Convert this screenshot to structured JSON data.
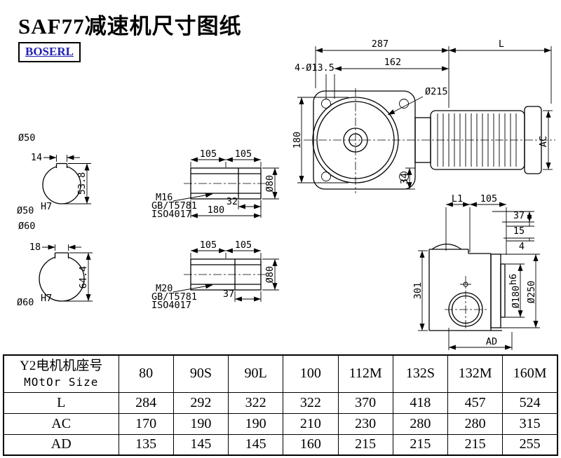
{
  "page": {
    "title": "SAF77减速机尺寸图纸",
    "logo": "BOSERL"
  },
  "main_view": {
    "dim_overall": "287",
    "dim_motor_len": "L",
    "dim_holes": "4-Ø13.5",
    "dim_162": "162",
    "dim_flange": "Ø215",
    "dim_height": "180",
    "dim_ac": "AC",
    "dim_34": "34"
  },
  "shaft50": {
    "label": "Ø50",
    "key_width": "14",
    "key_height": "53.8",
    "bore": "Ø50",
    "bore_tol": "H7"
  },
  "shaft60": {
    "label": "Ø60",
    "key_width": "18",
    "key_height": "64.4",
    "bore": "Ø60",
    "bore_tol": "H7"
  },
  "sleeve16": {
    "dim_105a": "105",
    "dim_105b": "105",
    "thread": "M16",
    "std1": "GB/T5781",
    "std2": "ISO4017",
    "dim_len": "32",
    "dim_total": "180",
    "dim_dia": "Ø80"
  },
  "sleeve20": {
    "dim_105a": "105",
    "dim_105b": "105",
    "thread": "M20",
    "std1": "GB/T5781",
    "std2": "ISO4017",
    "dim_len": "37",
    "dim_dia": "Ø80"
  },
  "output_view": {
    "dim_l1": "L1",
    "dim_105": "105",
    "dim_37": "37",
    "dim_15": "15",
    "dim_4": "4",
    "dim_301": "301",
    "spigot": "Ø180",
    "spigot_tol": "h6",
    "flange": "Ø250",
    "dim_ad": "AD"
  },
  "table": {
    "header": {
      "label_line1": "Y2电机机座号",
      "label_line2": "MOtOr Size",
      "sizes": [
        "80",
        "90S",
        "90L",
        "100",
        "112M",
        "132S",
        "132M",
        "160M"
      ]
    },
    "rows": [
      {
        "label": "L",
        "values": [
          "284",
          "292",
          "322",
          "322",
          "370",
          "418",
          "457",
          "524"
        ]
      },
      {
        "label": "AC",
        "values": [
          "170",
          "190",
          "190",
          "210",
          "230",
          "280",
          "280",
          "315"
        ]
      },
      {
        "label": "AD",
        "values": [
          "135",
          "145",
          "145",
          "160",
          "215",
          "215",
          "215",
          "255"
        ]
      }
    ]
  }
}
